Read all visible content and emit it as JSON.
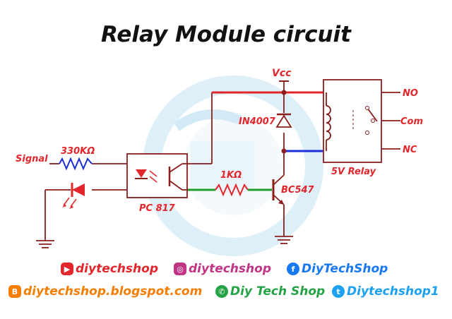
{
  "title": "Relay Module circuit",
  "labels": {
    "signal": "Signal",
    "r1": "330KΩ",
    "optocoupler": "PC 817",
    "r2": "1KΩ",
    "transistor": "BC547",
    "diode": "IN4007",
    "vcc": "Vcc",
    "relay": "5V Relay",
    "no": "NO",
    "com": "Com",
    "nc": "NC"
  },
  "social": {
    "youtube": "diytechshop",
    "instagram": "diytechshop",
    "facebook": "DiyTechShop",
    "blogger": "diytechshop.blogspot.com",
    "whatsapp": "Diy Tech Shop",
    "twitter": "Diytechshop1"
  },
  "icons": {
    "youtube": "youtube-icon",
    "instagram": "instagram-icon",
    "facebook": "facebook-icon",
    "blogger": "blogger-icon",
    "whatsapp": "whatsapp-icon",
    "twitter": "twitter-icon"
  },
  "colors": {
    "youtube": "#e3262b",
    "instagram": "#c13584",
    "facebook": "#1877f2",
    "blogger": "#f57d00",
    "whatsapp": "#25a244",
    "twitter": "#1da1f2",
    "wire": "#8b1d1d",
    "supply": "#e3262b",
    "ground_link": "#1f9e2a",
    "collector_link": "#1a2fd6"
  }
}
